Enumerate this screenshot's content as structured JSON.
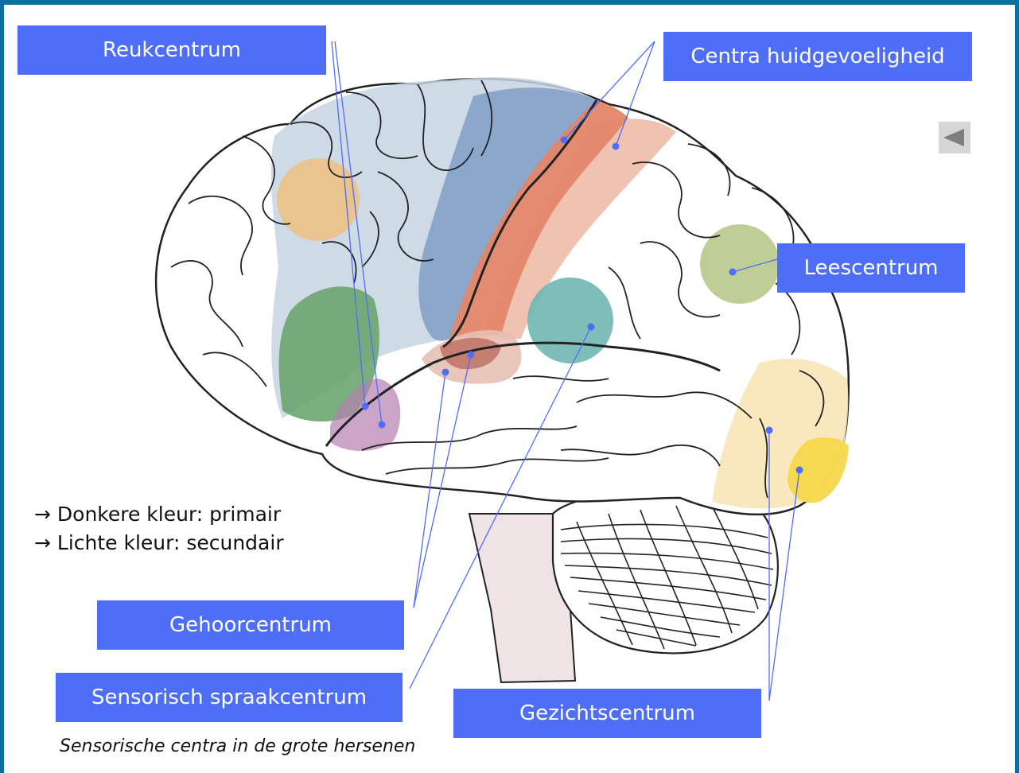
{
  "labels": {
    "reukcentrum": "Reukcentrum",
    "centra_huidgevoeligheid": "Centra huidgevoeligheid",
    "leescentrum": "Leescentrum",
    "gehoorcentrum": "Gehoorcentrum",
    "sensorisch_spraakcentrum": "Sensorisch spraakcentrum",
    "gezichtscentrum": "Gezichtscentrum"
  },
  "legend": {
    "dark": "→ Donkere kleur: primair",
    "light": "→ Lichte kleur: secundair"
  },
  "caption": "Sensorische centra in de grote hersenen",
  "colors": {
    "frame": "#0b6fa4",
    "label_bg": "#4f6ef7",
    "pointer_line": "#4f6ef7",
    "smell_region": "#9b4f96",
    "somatosensory_primary": "#e3866a",
    "somatosensory_secondary": "#efbfae",
    "auditory_region": "#c0766a",
    "speech_region": "#6fb7b2",
    "reading_region": "#b8c98a",
    "visual_primary": "#f5d84a",
    "visual_secondary": "#f8e6b6",
    "frontal_region": "#c7d3e3",
    "motor_region": "#7f9fc7",
    "green_region": "#6aa56f",
    "orange_region": "#efc07f"
  },
  "icons": {
    "back": "triangle-left-icon"
  }
}
